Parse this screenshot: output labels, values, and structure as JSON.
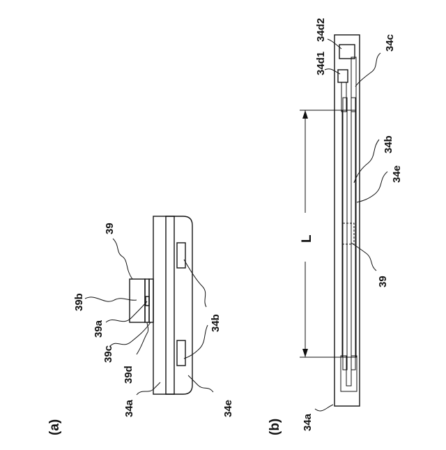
{
  "colors": {
    "line": "#111111",
    "fill_light": "#e8e8e8",
    "fill_mid": "#cfcfcf",
    "fill_dark": "#111111",
    "background": "#ffffff"
  },
  "panel_a": {
    "panel_label": "(a)",
    "labels": {
      "l39": "39",
      "l39b": "39b",
      "l39a": "39a",
      "l39c": "39c",
      "l39d": "39d",
      "l34a": "34a",
      "l34b": "34b",
      "l34e": "34e"
    }
  },
  "panel_b": {
    "panel_label": "(b)",
    "labels": {
      "l34d2": "34d2",
      "l34d1": "34d1",
      "l34c": "34c",
      "l34b": "34b",
      "l34e": "34e",
      "lL": "L",
      "l39": "39",
      "l34a": "34a"
    }
  }
}
